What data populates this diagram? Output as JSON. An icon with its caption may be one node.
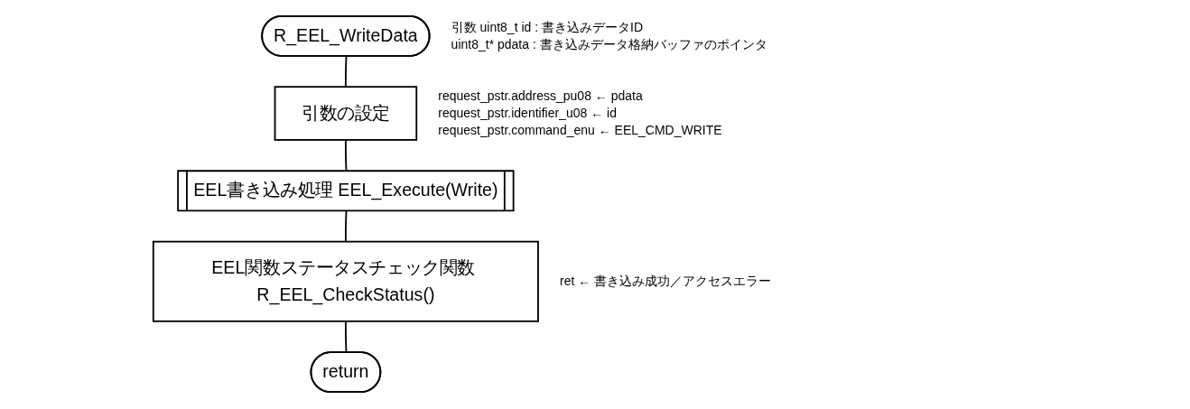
{
  "diagram": {
    "nodes": [
      {
        "text": [
          "R_EEL_WriteData"
        ],
        "beside": [
          "引数 uint8_t id : 書き込みデータID",
          "uint8_t* pdata : 書き込みデータ格納バッファのポインタ"
        ]
      },
      {
        "text": [
          "引数の設定"
        ],
        "beside": [
          "request_pstr.address_pu08 ← pdata",
          "request_pstr.identifier_u08 ← id",
          "request_pstr.command_enu ← EEL_CMD_WRITE"
        ]
      },
      {
        "text": [
          "EEL書き込み処理 EEL_Execute(Write)"
        ]
      },
      {
        "text": [
          "EEL関数ステータスチェック関数 R_EEL_CheckStatus()"
        ],
        "beside": [
          "ret ← 書き込み成功／アクセスエラー"
        ]
      },
      {
        "text": [
          "return"
        ]
      }
    ],
    "edges": [
      {
        "from": 0,
        "to": 1,
        "arrow": "none"
      },
      {
        "from": 1,
        "to": 2,
        "arrow": "none"
      },
      {
        "from": 2,
        "to": 3,
        "arrow": "none"
      },
      {
        "from": 3,
        "to": 4,
        "arrow": "none"
      }
    ]
  }
}
